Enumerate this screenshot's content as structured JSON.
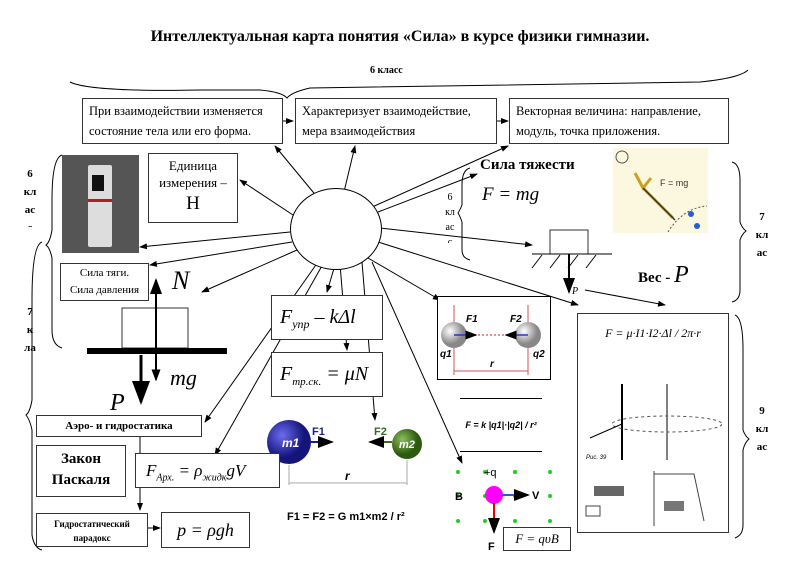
{
  "title": "Интеллектуальная карта понятия «Сила» в курсе физики гимназии.",
  "grades": {
    "top": "6 класс",
    "left_6": [
      "6",
      "кл",
      "ас",
      "с"
    ],
    "left_7": [
      "7",
      "к",
      "ла"
    ],
    "mid_6": [
      "6",
      "кл",
      "ас",
      "с"
    ],
    "right_7": [
      "7",
      "кл",
      "ас"
    ],
    "right_9": [
      "9",
      "кл",
      "ас"
    ]
  },
  "top_boxes": [
    {
      "text": "При взаимодействии изменяется состояние тела или его форма."
    },
    {
      "text": "Характеризует взаимодействие, мера взаимодействия"
    },
    {
      "text": "Векторная величина: направление, модуль, точка приложения."
    }
  ],
  "unit_box": {
    "line1": "Единица",
    "line2": "измерения –",
    "unit": "Н"
  },
  "traction_box": {
    "line1": "Сила тяги.",
    "line2": "Сила давления"
  },
  "normal_force": {
    "label": "N",
    "mg": "mg",
    "P": "P"
  },
  "gravity": {
    "title": "Сила тяжести",
    "formula": "F = mg",
    "image_label": "F = mg"
  },
  "weight": {
    "label": "Вес - ",
    "symbol": "P",
    "arrow_label": "P"
  },
  "elastic": {
    "formula_main": "F",
    "formula_sub": "упр",
    "formula_rest": " – kΔl"
  },
  "friction": {
    "formula_main": "F",
    "formula_sub": "тр.ск.",
    "formula_rest": " = μN"
  },
  "gravitation": {
    "m1": "m1",
    "m2": "m2",
    "f1": "F1",
    "f2": "F2",
    "r": "r",
    "formula": "F1 = F2 = G m1×m2 / r²",
    "colors": {
      "m1": "#1a1a9a",
      "m2": "#3a6a1a"
    }
  },
  "coulomb": {
    "q1": "q1",
    "q2": "q2",
    "f1": "F1",
    "f2": "F2",
    "r": "r",
    "formula": "F = k |q1|·|q2| / r²"
  },
  "lorentz": {
    "charge": "+q",
    "b": "B",
    "v": "V",
    "f": "F",
    "formula": "F = qυB"
  },
  "ampere": {
    "formula": "F = μ·I1·I2·Δl / 2π·r",
    "fig_label": "Рис. 39"
  },
  "hydro": {
    "aero": "Аэро- и гидростатика",
    "pascal_line1": "Закон",
    "pascal_line2": "Паскаля",
    "archimedes_main": "F",
    "archimedes_sub": "Арх.",
    "archimedes_rest": " = ρ",
    "archimedes_sub2": "жидк",
    "archimedes_end": "gV",
    "paradox_line1": "Гидростатический",
    "paradox_line2": "парадокс",
    "pressure": "p = ρgh"
  }
}
